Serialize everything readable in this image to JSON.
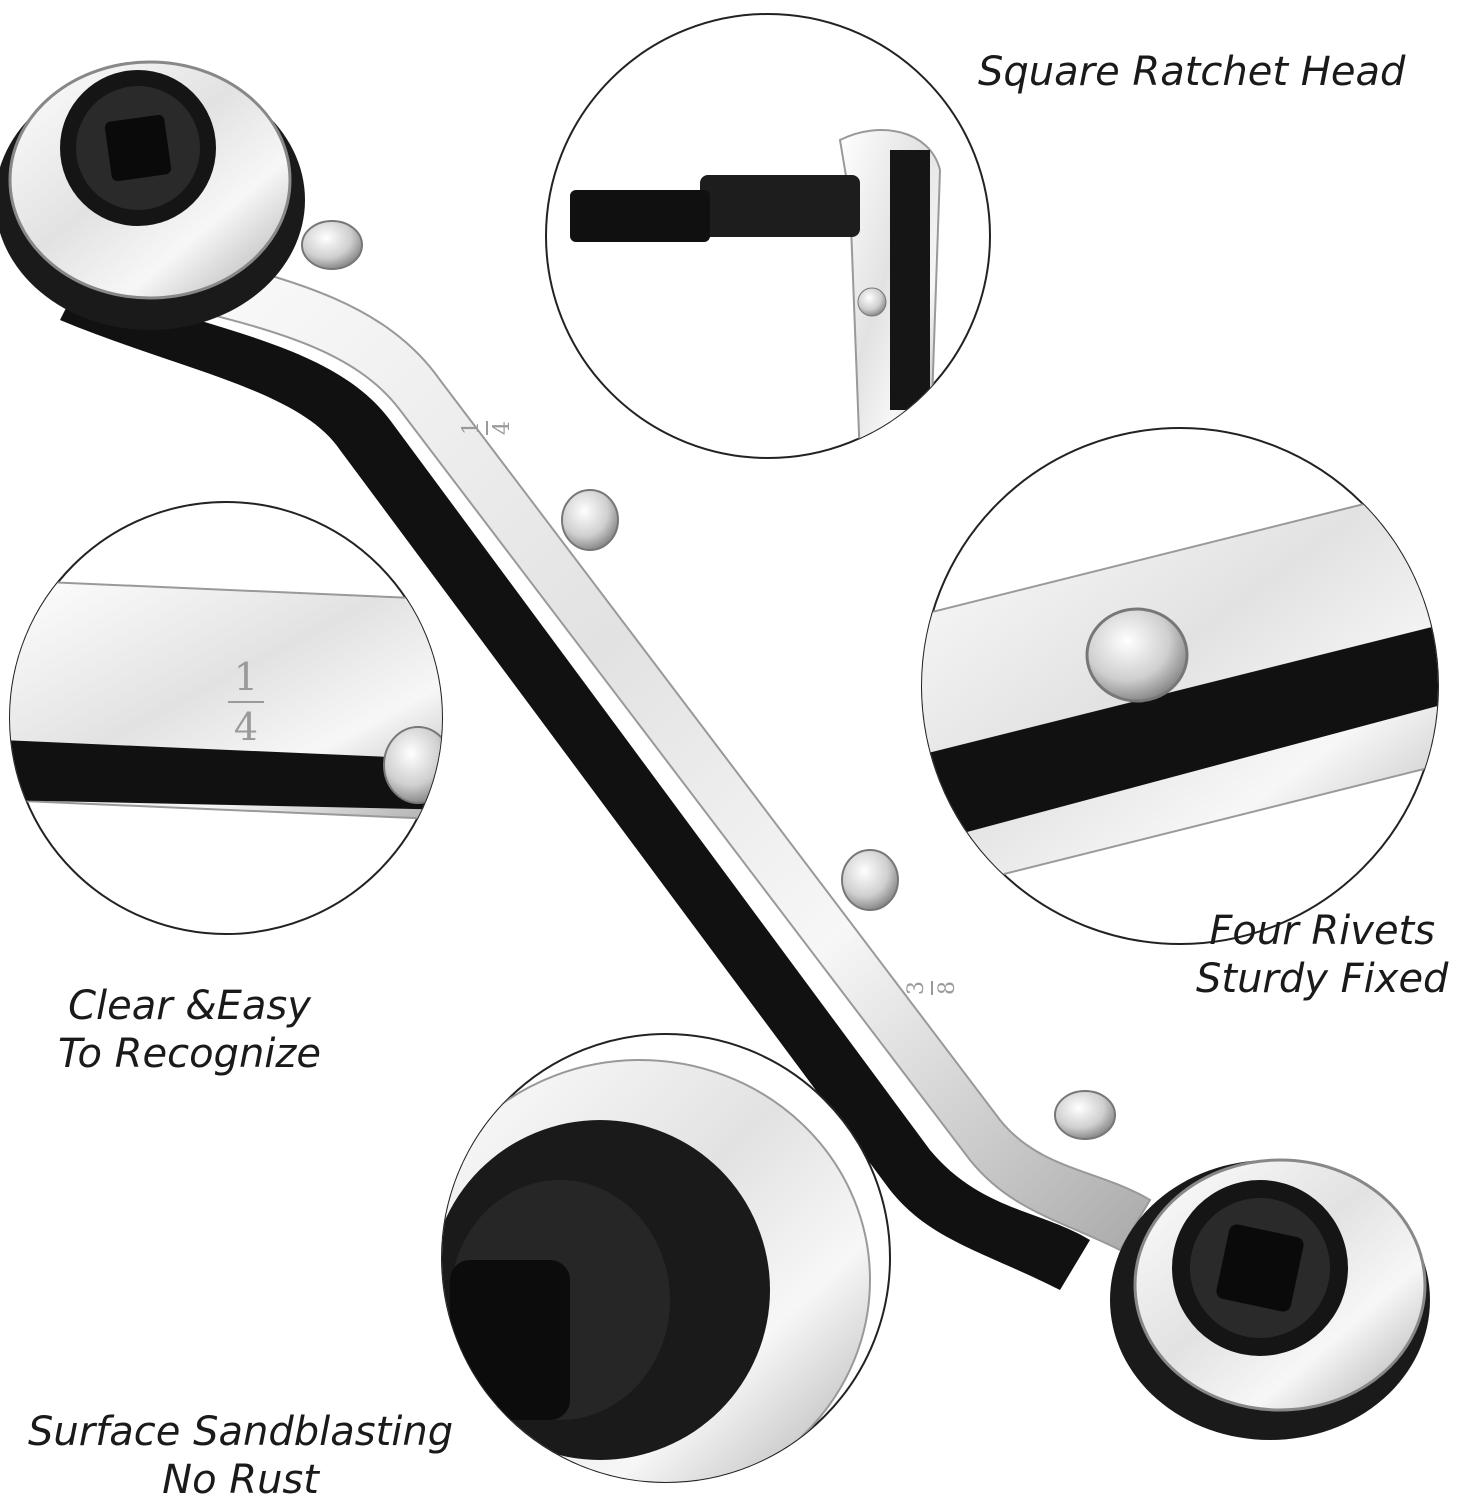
{
  "captions": {
    "square_ratchet": "Square Ratchet Head",
    "rivets_line1": "Four Rivets",
    "rivets_line2": "Sturdy Fixed",
    "clear_line1": "Clear &Easy",
    "clear_line2": "To Recognize",
    "surface_line1": "Surface Sandblasting",
    "surface_line2": "No Rust"
  },
  "markings": {
    "quarter_num": "1",
    "quarter_den": "4",
    "three_eighths_num": "3",
    "three_eighths_den": "8"
  },
  "colors": {
    "chrome": "#e9e9e9",
    "chrome_shadow": "#9c9c9c",
    "black_core": "#111111",
    "caption": "#1a1a1a"
  }
}
